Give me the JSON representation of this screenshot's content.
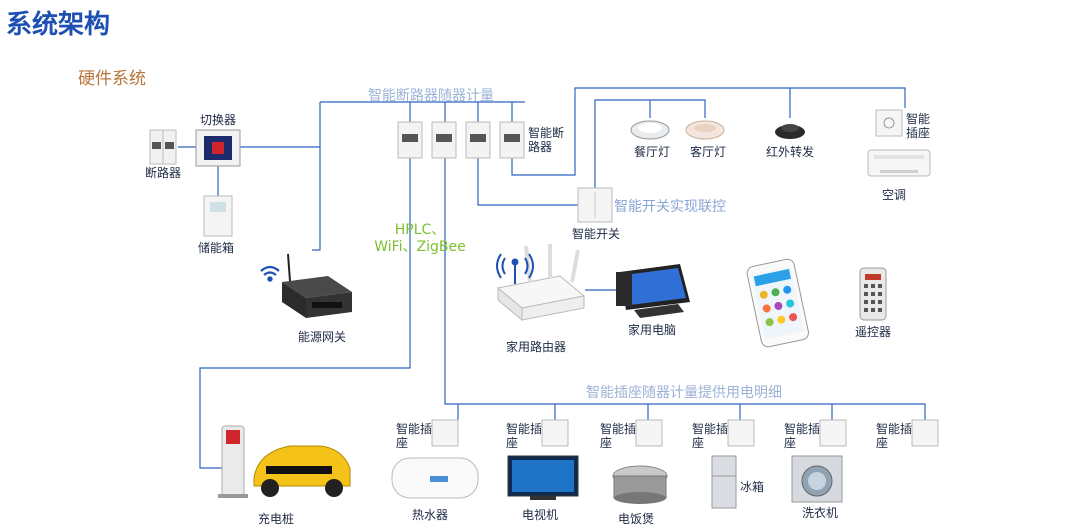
{
  "title": "系统架构",
  "subtitle": "硬件系统",
  "notes": {
    "breaker_meter": "智能断路器随器计量",
    "smart_switch_link": "智能开关实现联控",
    "comm": "HPLC、WiFi、ZigBee",
    "socket_meter": "智能插座随器计量提供用电明细"
  },
  "labels": {
    "breaker": "断路器",
    "switcher": "切换器",
    "storage": "储能箱",
    "gateway": "能源网关",
    "smart_breaker": "智能断路器",
    "dining_light": "餐厅灯",
    "living_light": "客厅灯",
    "ir_forward": "红外转发",
    "smart_socket_ac": "智能插座",
    "ac": "空调",
    "smart_switch": "智能开关",
    "router": "家用路由器",
    "computer": "家用电脑",
    "remote": "遥控器",
    "charger": "充电桩",
    "socket_label": "智能插座",
    "water_heater": "热水器",
    "tv": "电视机",
    "rice_cooker": "电饭煲",
    "fridge": "冰箱",
    "washer": "洗衣机"
  },
  "colors": {
    "title": "#1e4fb3",
    "subtitle": "#b8743a",
    "line": "#2e63c0",
    "note": "#9bb3d6",
    "comm": "#7cbf2e"
  }
}
